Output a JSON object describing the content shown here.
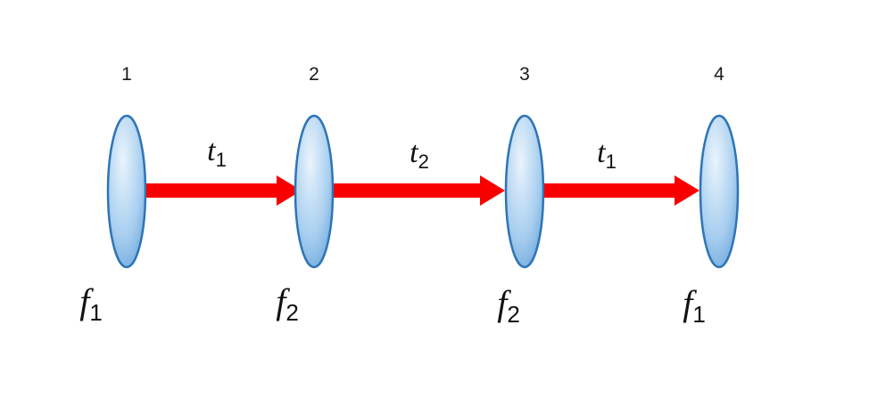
{
  "diagram": {
    "type": "optical-lens-relay-system",
    "lenses": [
      {
        "number": "1",
        "focal_main": "f",
        "focal_sub": "1"
      },
      {
        "number": "2",
        "focal_main": "f",
        "focal_sub": "2"
      },
      {
        "number": "3",
        "focal_main": "f",
        "focal_sub": "2"
      },
      {
        "number": "4",
        "focal_main": "f",
        "focal_sub": "1"
      }
    ],
    "arrows": [
      {
        "label_main": "t",
        "label_sub": "1"
      },
      {
        "label_main": "t",
        "label_sub": "2"
      },
      {
        "label_main": "t",
        "label_sub": "1"
      }
    ],
    "colors": {
      "arrow": "#F80000",
      "lens_fill_light": "#EAF4FC",
      "lens_fill_mid": "#A9CFF0",
      "lens_fill_dark": "#5B9BD5",
      "lens_stroke": "#2E75B6",
      "text": "#1a1a1a",
      "background": "#FFFFFF"
    }
  }
}
